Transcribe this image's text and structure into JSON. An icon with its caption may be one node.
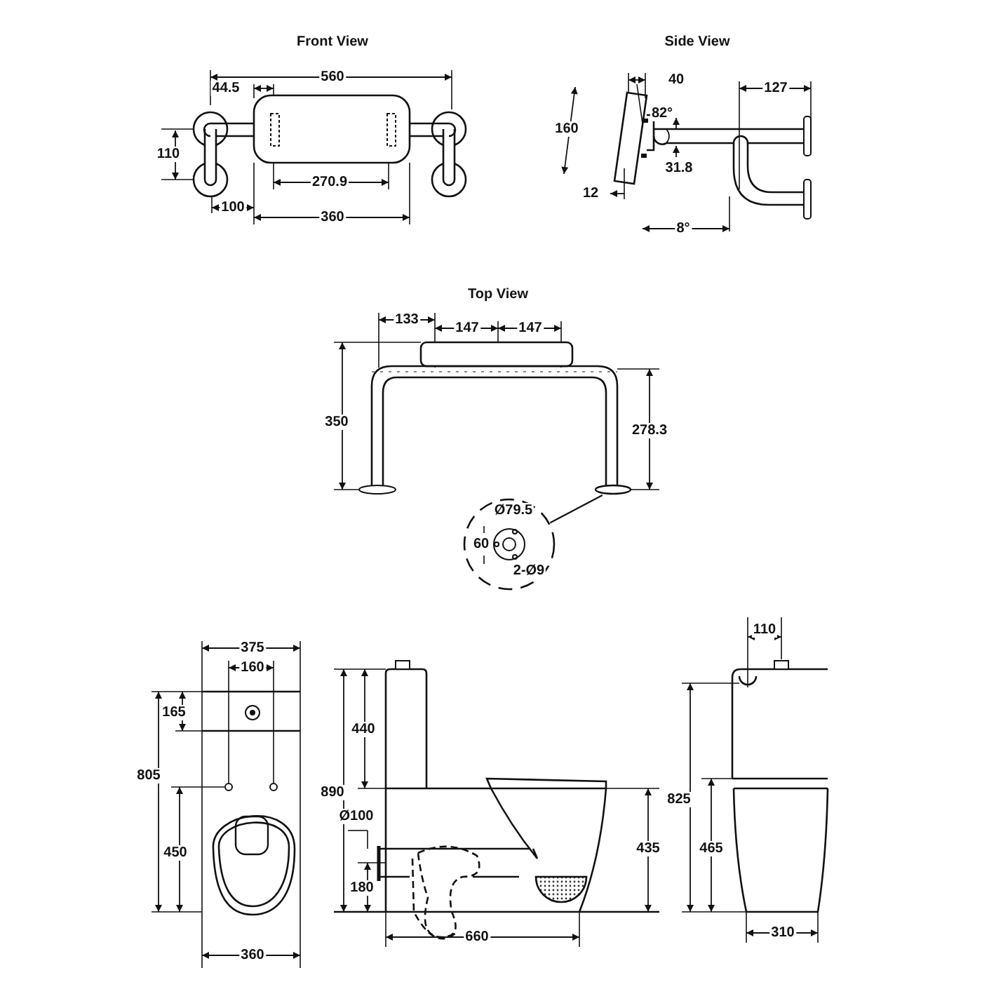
{
  "diagram": {
    "nodes": [
      {
        "text": [],
        "shape": "picture"
      },
      {
        "text": [],
        "shape": "circle"
      }
    ],
    "edges": [
      {
        "from": 0,
        "to": 1,
        "arrow": "none"
      }
    ],
    "labels": [
      "Front View",
      "Side View",
      "560",
      "44.5",
      "40",
      "127",
      "82°",
      "160",
      "110",
      "31.8",
      "270.9",
      "12",
      "100",
      "360",
      "8°",
      "Top View",
      "133",
      "147",
      "147",
      "350",
      "278.3",
      "Ø79.5",
      "60",
      "2-Ø9",
      "110",
      "375",
      "160",
      "165",
      "440",
      "805",
      "890",
      "825",
      "Ø100",
      "435",
      "450",
      "465",
      "180",
      "360",
      "660",
      "310"
    ]
  }
}
